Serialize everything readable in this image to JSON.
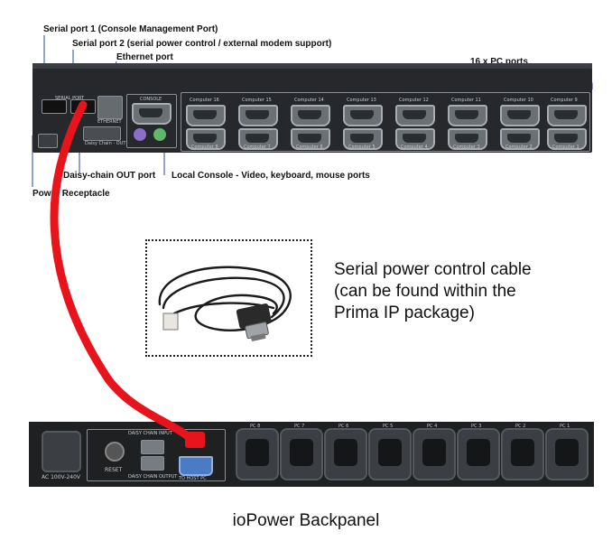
{
  "labels": {
    "serial_port_1": "Serial port 1 (Console Management Port)",
    "serial_port_2": "Serial port 2 (serial power control / external modem support)",
    "ethernet_port": "Ethernet port",
    "pc_ports": "16 x PC ports",
    "power_receptacle": "Power Receptacle",
    "daisy_chain_out": "Daisy-chain OUT port",
    "local_console": "Local Console - Video, keyboard, mouse ports"
  },
  "kvm_panel": {
    "serial_port_label": "SERIAL PORT",
    "ethernet_label": "ETHERNET",
    "daisy_chain_label": "Daisy Chain - OUT",
    "console_label": "CONSOLE",
    "computers_top": [
      "Computer 16",
      "Computer 15",
      "Computer 14",
      "Computer 13",
      "Computer 12",
      "Computer 11",
      "Computer 10",
      "Computer 9"
    ],
    "computers_bottom": [
      "Computer 8",
      "Computer 7",
      "Computer 6",
      "Computer 5",
      "Computer 4",
      "Computer 3",
      "Computer 2",
      "Computer 1"
    ]
  },
  "cable_caption": [
    "Serial power control cable",
    "(can be found within the",
    "Prima IP package)"
  ],
  "iopower": {
    "voltage_label": "AC 100V-240V",
    "reset_label": "RESET",
    "daisy_input_label": "DAISY CHAIN INPUT",
    "daisy_output_label": "DAISY CHAIN OUTPUT",
    "host_pc_label": "TO HOST PC",
    "outlet_labels": [
      "PC 8",
      "PC 7",
      "PC 6",
      "PC 5",
      "PC 4",
      "PC 3",
      "PC 2",
      "PC 1"
    ]
  },
  "caption": "ioPower Backpanel",
  "colors": {
    "cable": "#e8141c",
    "panel": "#26282b"
  }
}
